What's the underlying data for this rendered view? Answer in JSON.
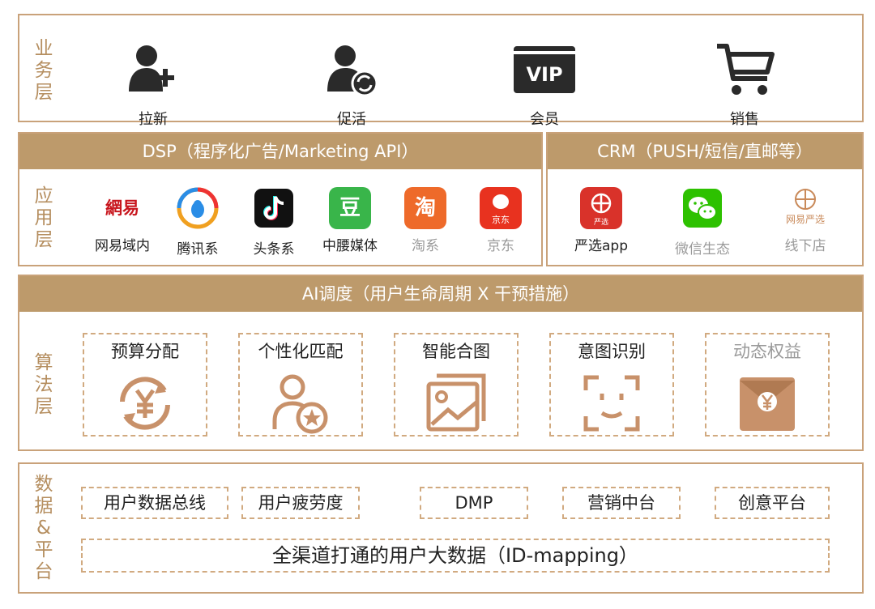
{
  "business_layer": {
    "label_chars": [
      "业",
      "务",
      "层"
    ],
    "items": [
      {
        "label": "拉新",
        "icon": "user-add-icon"
      },
      {
        "label": "促活",
        "icon": "user-refresh-icon"
      },
      {
        "label": "会员",
        "icon": "vip-card-icon",
        "icon_text": "VIP"
      },
      {
        "label": "销售",
        "icon": "shopping-cart-icon"
      }
    ]
  },
  "application_layer": {
    "label_chars": [
      "应",
      "用",
      "层"
    ],
    "dsp_title": "DSP（程序化广告/Marketing API）",
    "crm_title": "CRM（PUSH/短信/直邮等）",
    "dsp_apps": [
      {
        "label": "网易域内",
        "icon": "netease-logo-icon",
        "icon_text": "網易"
      },
      {
        "label": "腾讯系",
        "icon": "tencent-news-icon"
      },
      {
        "label": "头条系",
        "icon": "douyin-icon"
      },
      {
        "label": "中腰媒体",
        "icon": "doupai-icon",
        "icon_text": "豆"
      },
      {
        "label": "淘系",
        "icon": "taobao-icon",
        "icon_text": "淘"
      },
      {
        "label": "京东",
        "icon": "jd-icon",
        "icon_text": "京东"
      }
    ],
    "crm_apps": [
      {
        "label": "严选app",
        "icon": "yanxuan-app-icon",
        "icon_text": "严选"
      },
      {
        "label": "微信生态",
        "icon": "wechat-icon"
      },
      {
        "label": "线下店",
        "icon": "yanxuan-store-icon",
        "icon_text": "网易严选"
      }
    ]
  },
  "algorithm_layer": {
    "label_chars": [
      "算",
      "法",
      "层"
    ],
    "bar_title": "AI调度（用户生命周期 X 干预措施）",
    "boxes": [
      {
        "title": "预算分配",
        "icon": "yuan-cycle-icon"
      },
      {
        "title": "个性化匹配",
        "icon": "user-star-icon"
      },
      {
        "title": "智能合图",
        "icon": "image-stack-icon"
      },
      {
        "title": "意图识别",
        "icon": "face-scan-icon"
      },
      {
        "title": "动态权益",
        "icon": "red-envelope-icon"
      }
    ]
  },
  "data_layer": {
    "label_chars": [
      "数",
      "据",
      "&",
      "平",
      "台"
    ],
    "modules": [
      "用户数据总线",
      "用户疲劳度",
      "DMP",
      "营销中台",
      "创意平台"
    ],
    "foundation": "全渠道打通的用户大数据（ID-mapping）"
  }
}
